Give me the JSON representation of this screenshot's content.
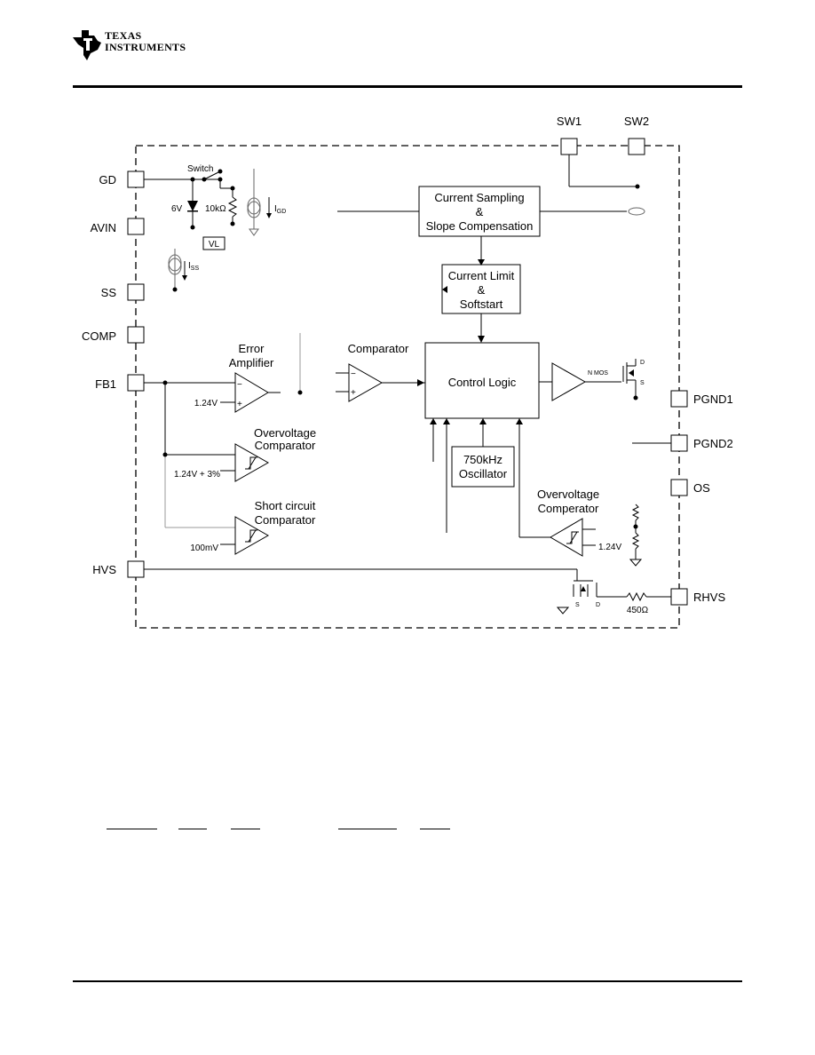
{
  "header": {
    "logo_line1": "TEXAS",
    "logo_line2": "INSTRUMENTS",
    "logo_icon": "ti-state-logo-icon"
  },
  "diagram": {
    "pins_left": {
      "gd": "GD",
      "avin": "AVIN",
      "ss": "SS",
      "comp": "COMP",
      "fb1": "FB1",
      "hvs": "HVS"
    },
    "pins_right": {
      "pgnd1": "PGND1",
      "pgnd2": "PGND2",
      "os": "OS",
      "rhvs": "RHVS"
    },
    "pins_top": {
      "sw1": "SW1",
      "sw2": "SW2"
    },
    "blocks": {
      "current_sampling": [
        "Current Sampling",
        "&",
        "Slope Compensation"
      ],
      "current_limit": [
        "Current Limit",
        "&",
        "Softstart"
      ],
      "control_logic": "Control Logic",
      "oscillator": [
        "750kHz",
        "Oscillator"
      ],
      "vl": "VL"
    },
    "labels": {
      "switch": "Switch",
      "diode_6v": "6V",
      "res_10k": "10kΩ",
      "igd_main": "I",
      "igd_sub": "GD",
      "iss_main": "I",
      "iss_sub": "SS",
      "error_amp_1": "Error",
      "error_amp_2": "Amplifier",
      "ref_124": "1.24V",
      "comparator": "Comparator",
      "ov_comp_1": "Overvoltage",
      "ov_comp_2": "Comparator",
      "ref_124_3": "1.24V + 3%",
      "sc_comp_1": "Short circuit",
      "sc_comp_2": "Comparator",
      "ref_100mv": "100mV",
      "ov_comp2_1": "Overvoltage",
      "ov_comp2_2": "Comperator",
      "ref_124_b": "1.24V",
      "nmos": "N MOS",
      "drain_d": "D",
      "source_s": "S",
      "hv_s": "S",
      "hv_d": "D",
      "res_450": "450Ω",
      "minus": "−",
      "plus": "+"
    }
  },
  "colors": {
    "ink": "#000000",
    "light_ink": "#666666",
    "background": "#ffffff"
  }
}
